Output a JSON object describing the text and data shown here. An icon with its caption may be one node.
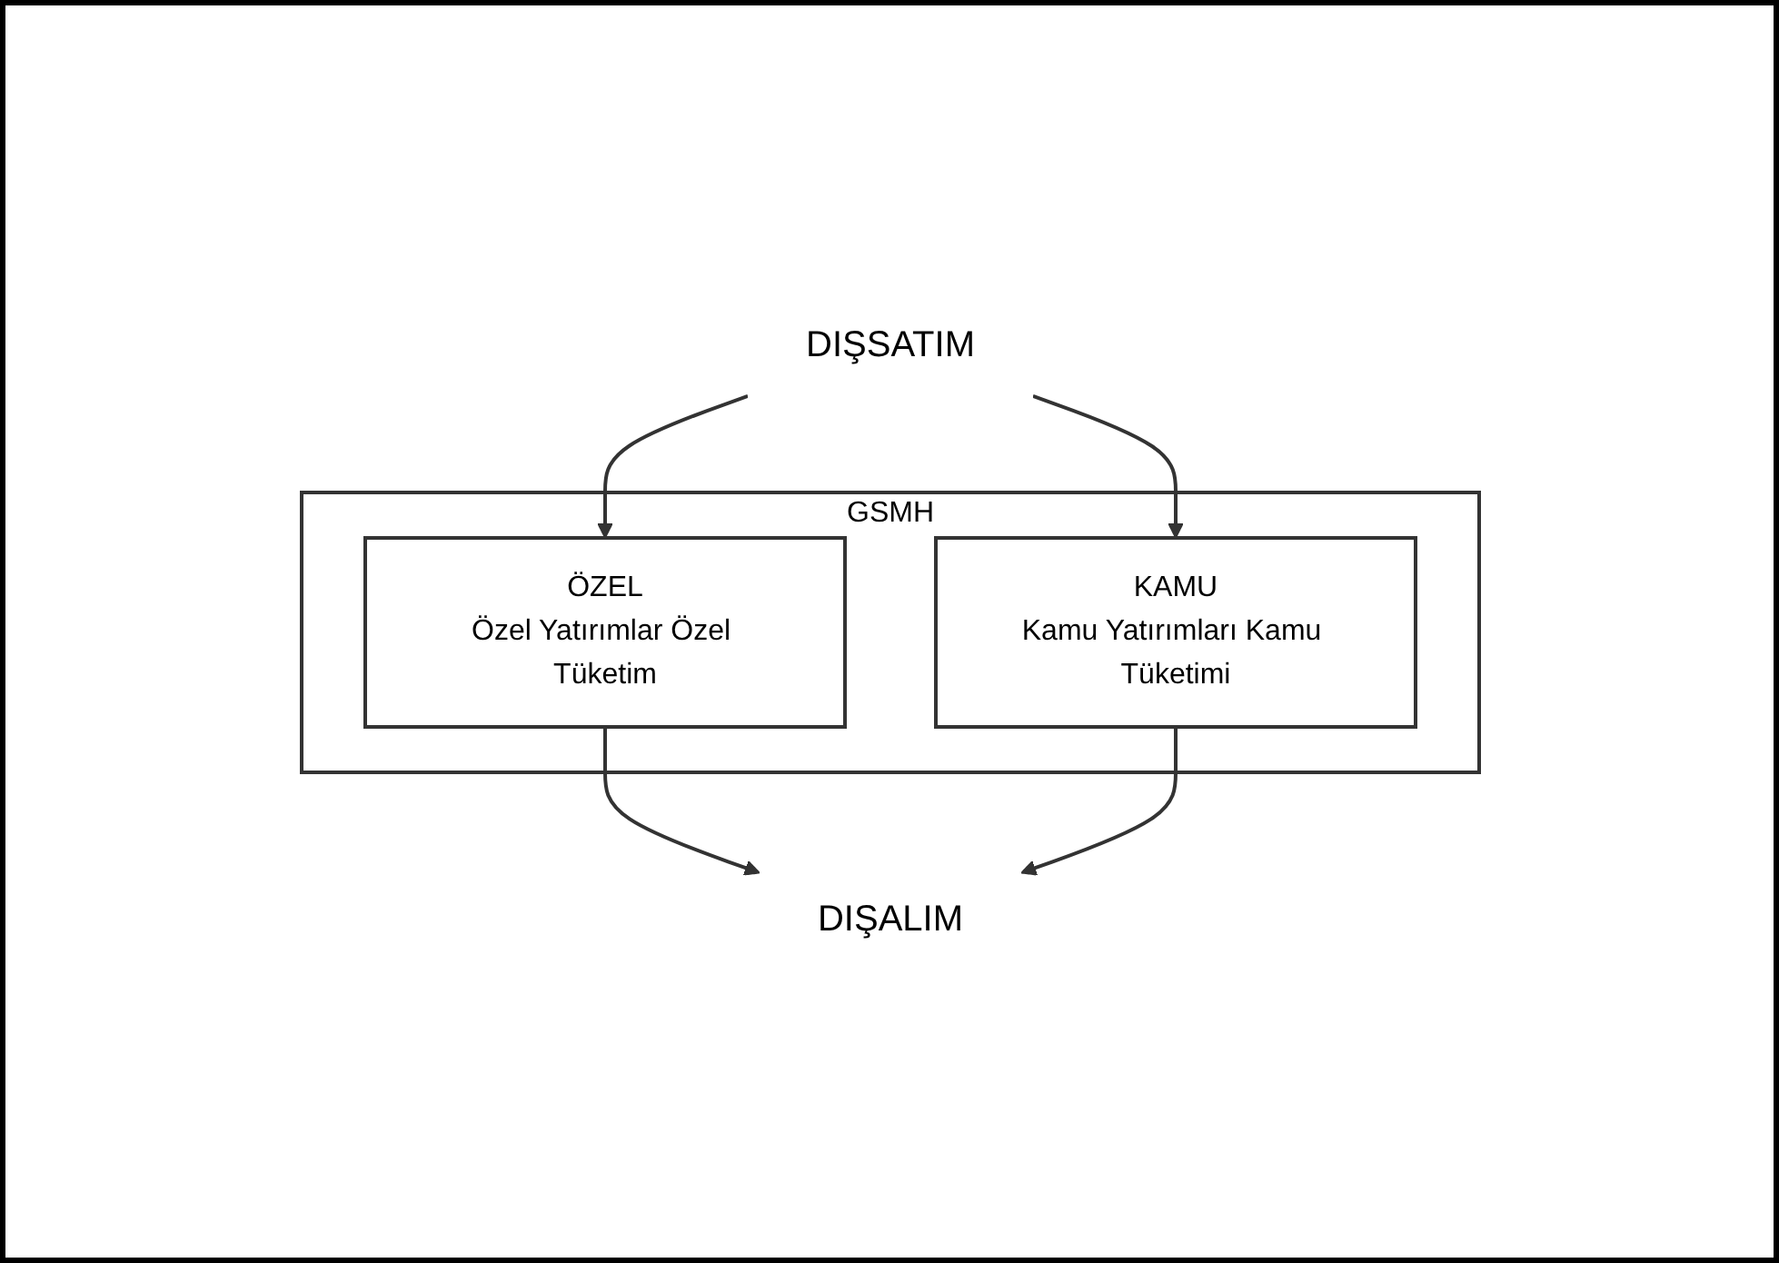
{
  "diagram": {
    "nodes": [
      {
        "text": [
          "GSMH"
        ]
      },
      {
        "text": [
          "ÖZEL",
          "Özel Yatırımlar Özel Tüketim"
        ],
        "in": 0
      },
      {
        "text": [
          "KAMU",
          "Kamu Yatırımları Kamu Tüketimi"
        ],
        "in": 0
      },
      {
        "text": [
          "DIŞSATIM"
        ]
      },
      {
        "text": [
          "DIŞALIM"
        ]
      }
    ],
    "edges": [
      {
        "from": 3,
        "to": 1,
        "arrow": "to"
      },
      {
        "from": 3,
        "to": 2,
        "arrow": "to"
      },
      {
        "from": 1,
        "to": 4,
        "arrow": "to"
      },
      {
        "from": 2,
        "to": 4,
        "arrow": "to"
      }
    ]
  }
}
